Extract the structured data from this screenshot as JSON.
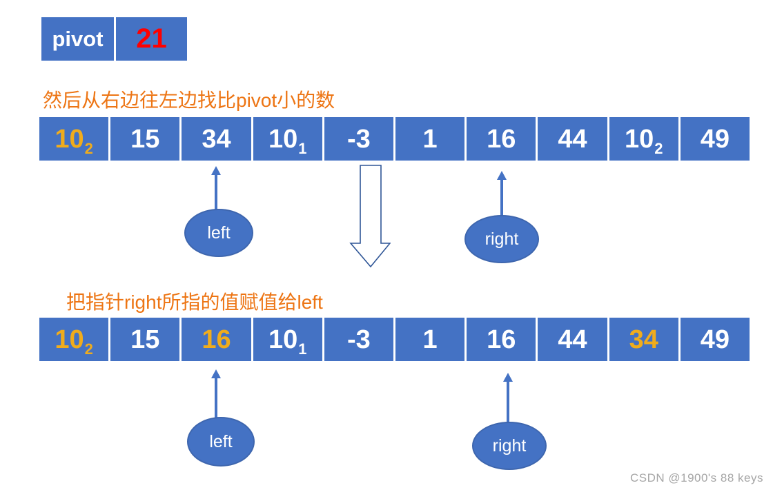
{
  "pivot": {
    "label": "pivot",
    "value": "21"
  },
  "captions": {
    "step1": "然后从右边往左边找比pivot小的数",
    "step2": "把指针right所指的值赋值给left"
  },
  "rows": [
    {
      "cells": [
        {
          "text": "10",
          "sub": "2",
          "gold": true
        },
        {
          "text": "15"
        },
        {
          "text": "34"
        },
        {
          "text": "10",
          "sub": "1"
        },
        {
          "text": "-3"
        },
        {
          "text": "1"
        },
        {
          "text": "16"
        },
        {
          "text": "44"
        },
        {
          "text": "10",
          "sub": "2"
        },
        {
          "text": "49"
        }
      ]
    },
    {
      "cells": [
        {
          "text": "10",
          "sub": "2",
          "gold": true
        },
        {
          "text": "15"
        },
        {
          "text": "16",
          "gold": true
        },
        {
          "text": "10",
          "sub": "1"
        },
        {
          "text": "-3"
        },
        {
          "text": "1"
        },
        {
          "text": "16"
        },
        {
          "text": "44"
        },
        {
          "text": "34",
          "gold": true
        },
        {
          "text": "49"
        }
      ]
    }
  ],
  "pointers": {
    "left": "left",
    "right": "right"
  },
  "watermark": "CSDN @1900's 88 keys",
  "colors": {
    "cell_blue": "#4472C4",
    "gold": "#F0AC1C",
    "orange": "#ED7514",
    "red": "#FF0000",
    "arrow": "#4472C4",
    "big_arrow_outline": "#2E5596",
    "watermark": "#A6A6A6"
  }
}
